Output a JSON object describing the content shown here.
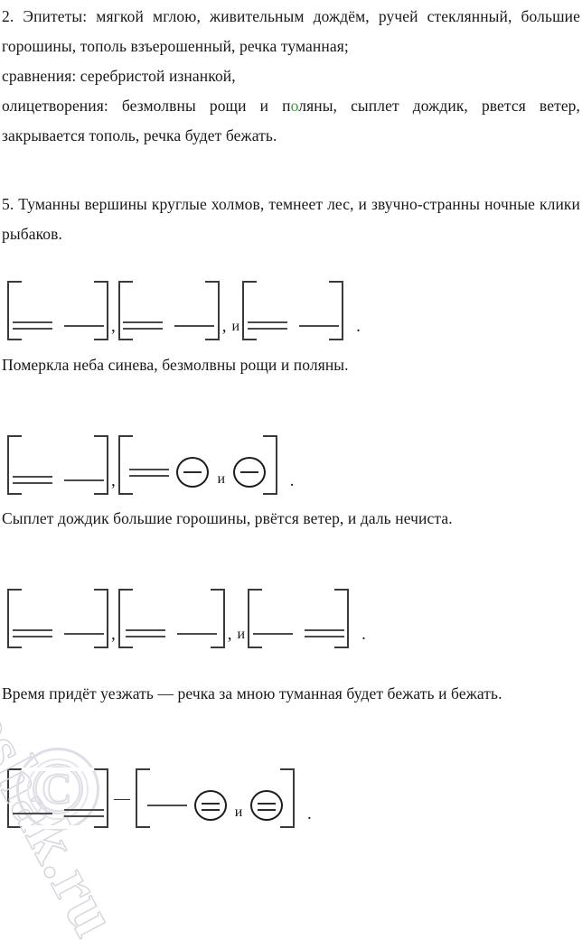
{
  "page": {
    "language": "ru",
    "background_color": "#ffffff",
    "text_color": "#181818",
    "highlight_color": "#3f9b3f",
    "line_color": "#4a4a4a"
  },
  "paragraphs": [
    {
      "id": "answer-2-line-1",
      "text": "2. Эпитеты: мягкой мглою, живительным дождём, ручей стеклянный, большие горошины, тополь взъерошенный, речка туманная;"
    },
    {
      "id": "answer-2-line-2",
      "text": "сравнения: серебристой изнанкой,"
    },
    {
      "id": "answer-2-line-3a",
      "text_before": "олицетворения: безмолвны рощи и п",
      "highlight": "о",
      "text_after": "ляны, сыплет дождик, рвется ветер, закрывается тополь, речка будет бежать."
    },
    {
      "id": "answer-5-sentence",
      "text": "5. Туманны вершины круглые холмов, темнеет лес, и звучно-странны ночные клики рыбаков."
    },
    {
      "id": "sentence-2",
      "text": "Померкла неба синева, безмолвны рощи и поляны."
    },
    {
      "id": "sentence-3",
      "text": "Сыплет дождик большие горошины, рвётся ветер, и даль нечиста."
    },
    {
      "id": "sentence-4",
      "text": "Время придёт уезжать — речка за мною туманная будет бежать и бежать."
    }
  ],
  "schemes": [
    {
      "id": "scheme-1",
      "for_sentence": "5. Туманны вершины круглые холмов, темнеет лес, и звучно-странны ночные клики рыбаков.",
      "items": [
        {
          "type": "bracket",
          "width": 112,
          "marks": [
            "double",
            "single"
          ]
        },
        {
          "type": "separator",
          "text": ","
        },
        {
          "type": "bracket",
          "width": 112,
          "marks": [
            "double",
            "single"
          ]
        },
        {
          "type": "separator",
          "text": ","
        },
        {
          "type": "conjunction",
          "text": "и"
        },
        {
          "type": "bracket",
          "width": 112,
          "marks": [
            "double",
            "single"
          ]
        },
        {
          "type": "separator",
          "text": "."
        }
      ]
    },
    {
      "id": "scheme-2",
      "for_sentence": "Померкла неба синева, безмолвны рощи и поляны.",
      "items": [
        {
          "type": "bracket",
          "width": 112,
          "marks": [
            "double",
            "single"
          ]
        },
        {
          "type": "separator",
          "text": ","
        },
        {
          "type": "bracket",
          "width": 176,
          "marks": [
            "double",
            "circle-single",
            "conj-и",
            "circle-single"
          ]
        },
        {
          "type": "separator",
          "text": "."
        }
      ]
    },
    {
      "id": "scheme-3",
      "for_sentence": "Сыплет дождик большие горошины, рвётся ветер, и даль нечиста.",
      "items": [
        {
          "type": "bracket",
          "width": 112,
          "marks": [
            "double",
            "single"
          ]
        },
        {
          "type": "separator",
          "text": ","
        },
        {
          "type": "bracket",
          "width": 118,
          "marks": [
            "double",
            "single"
          ]
        },
        {
          "type": "separator",
          "text": ","
        },
        {
          "type": "conjunction",
          "text": "и"
        },
        {
          "type": "bracket",
          "width": 112,
          "marks": [
            "single",
            "double"
          ]
        },
        {
          "type": "separator",
          "text": "."
        }
      ]
    },
    {
      "id": "scheme-4",
      "for_sentence": "Время придёт уезжать — речка за мною туманная будет бежать и бежать.",
      "items": [
        {
          "type": "bracket",
          "width": 112,
          "marks": [
            "single",
            "double"
          ]
        },
        {
          "type": "separator",
          "text": "—"
        },
        {
          "type": "bracket",
          "width": 176,
          "marks": [
            "single",
            "circle-double",
            "conj-и",
            "circle-double"
          ]
        },
        {
          "type": "separator",
          "text": "."
        }
      ]
    }
  ],
  "watermark": {
    "text": "reshak.ru",
    "copyright_symbol": "©",
    "color": "#dedee6"
  }
}
